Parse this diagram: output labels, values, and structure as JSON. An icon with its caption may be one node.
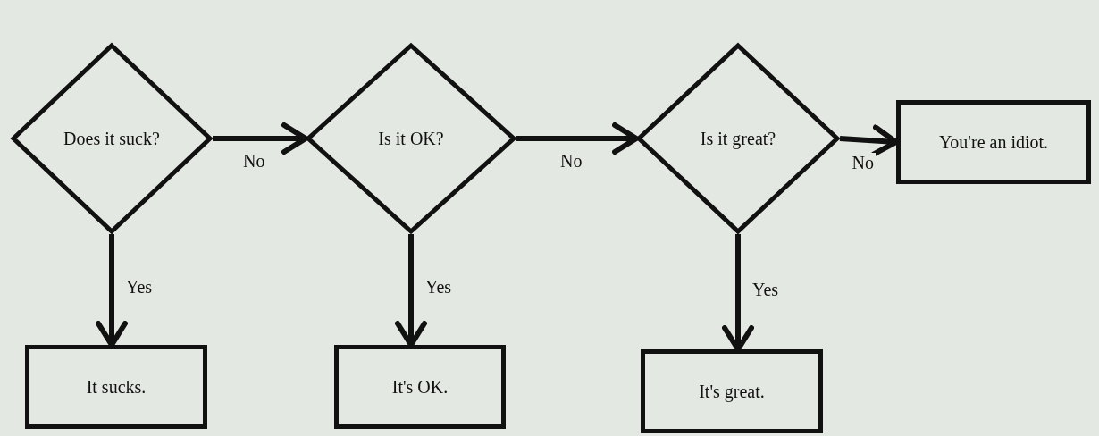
{
  "diagram": {
    "nodes": [
      {
        "text": [
          "Does it suck?"
        ]
      },
      {
        "text": [
          "Is it OK?"
        ]
      },
      {
        "text": [
          "Is it great?"
        ]
      },
      {
        "text": [
          "You're an idiot."
        ]
      },
      {
        "text": [
          "It sucks."
        ]
      },
      {
        "text": [
          "It's OK."
        ]
      },
      {
        "text": [
          "It's great."
        ]
      }
    ],
    "edges": [
      {
        "from": 0,
        "to": 4,
        "arrow": "to",
        "label": "Yes"
      },
      {
        "from": 0,
        "to": 1,
        "arrow": "to",
        "label": "No"
      },
      {
        "from": 1,
        "to": 5,
        "arrow": "to",
        "label": "Yes"
      },
      {
        "from": 1,
        "to": 2,
        "arrow": "to",
        "label": "No"
      },
      {
        "from": 2,
        "to": 6,
        "arrow": "to",
        "label": "Yes"
      },
      {
        "from": 2,
        "to": 3,
        "arrow": "to",
        "label": "No"
      }
    ]
  }
}
